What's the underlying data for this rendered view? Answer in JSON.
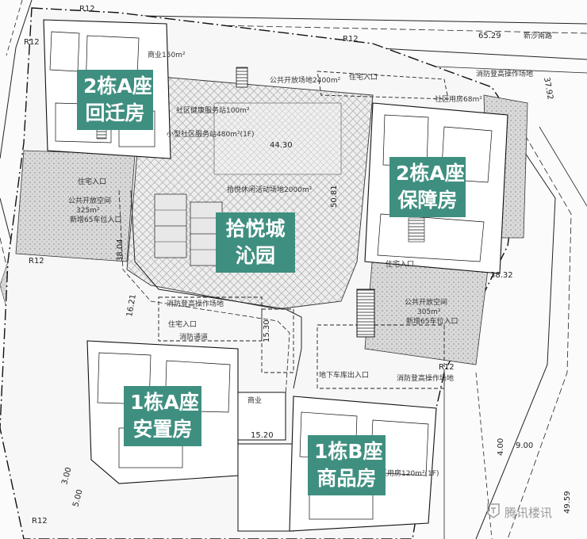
{
  "labels": {
    "b2a_resettle": [
      "2栋A座",
      "回迁房"
    ],
    "b2a_guarantee": [
      "2栋A座",
      "保障房"
    ],
    "park": [
      "拾悦城",
      "沁园"
    ],
    "b1a": [
      "1栋A座",
      "安置房"
    ],
    "b1b": [
      "1栋B座",
      "商品房"
    ]
  },
  "road": {
    "name": "新沙南路"
  },
  "annotations": {
    "r12": "R12",
    "dim_65_29": "65.29",
    "dim_37_92": "37.92",
    "dim_44_30": "44.30",
    "dim_50_81": "50.81",
    "dim_38_04": "38.04",
    "dim_16_21": "16.21",
    "dim_15_20": "15.20",
    "dim_15_30": "15.30",
    "dim_38_32": "38.32",
    "dim_9_00": "9.00",
    "dim_49_59": "49.59",
    "dim_3_00": "3.00",
    "dim_5_00": "5.00",
    "dim_4_00": "4.00",
    "public_room": "公共开放空间",
    "res_entrance": "住宅入口",
    "fire_lane": "消防登高操作场地",
    "fire_road": "消防通道",
    "area_2000": "拾悦休闲活动场地2000m²",
    "area_2400": "公共开放场地2400m²",
    "area_480": "小型社区服务站480m²(1F)",
    "area_100": "社区健康服务站100m²",
    "area_150": "商业150m²",
    "area_120": "社区用房120m²(1F)",
    "area_68": "社区用房68m²",
    "area_305": "305m²",
    "area_325": "325m²",
    "area_new65": "新增65车位入口",
    "parking_entry": "地下车库出入口",
    "biz": "商业"
  },
  "watermark": {
    "text": "腾讯楼讯"
  },
  "colors": {
    "tag_bg": "#3f8f80",
    "tag_text": "#ffffff",
    "line": "#222222",
    "hatch": "#b8b8b8"
  }
}
